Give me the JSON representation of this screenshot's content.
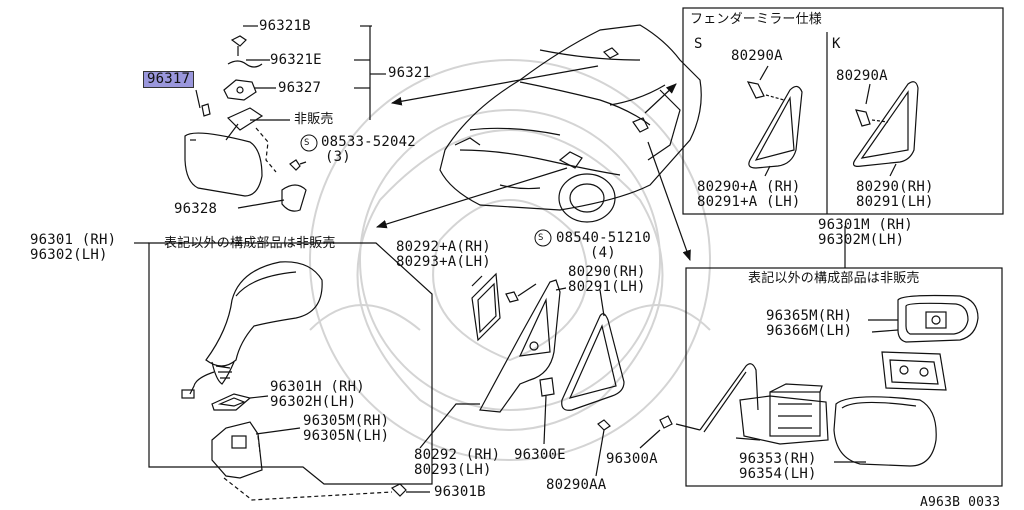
{
  "labels": {
    "p96321B": "96321B",
    "p96321E": "96321E",
    "p96321": "96321",
    "p96327": "96327",
    "p96317": "96317",
    "not_for_sale": "非販売",
    "screw_a": "08533-52042",
    "screw_a_qty": "(3)",
    "p96328": "96328",
    "fender_title": "フェンダーミラー仕様",
    "variant_s": "S",
    "variant_k": "K",
    "p80290A_s": "80290A",
    "p80290A_k": "80290A",
    "p80290A_rh": "80290+A (RH)",
    "p80291A_lh": "80291+A (LH)",
    "p80290_rh_k": "80290(RH)",
    "p80291_lh_k": "80291(LH)",
    "p96301M": "96301M (RH)",
    "p96302M": "96302M(LH)",
    "right_box_note": "表記以外の構成部品は非販売",
    "p96365M": "96365M(RH)",
    "p96366M": "96366M(LH)",
    "p96353": "96353(RH)",
    "p96354": "96354(LH)",
    "p96300A": "96300A",
    "p96301": "96301 (RH)",
    "p96302": "96302(LH)",
    "left_box_note": "表記以外の構成部品は非販売",
    "p96301H": "96301H (RH)",
    "p96302H": "96302H(LH)",
    "p96305M": "96305M(RH)",
    "p96305N": "96305N(LH)",
    "p96301B": "96301B",
    "p80292A": "80292+A(RH)",
    "p80293A": "80293+A(LH)",
    "screw_b": "08540-51210",
    "screw_b_qty": "(4)",
    "p80290_rh": "80290(RH)",
    "p80291_lh": "80291(LH)",
    "p80292_rh": "80292 (RH)",
    "p80293_lh": "80293(LH)",
    "p96300E": "96300E",
    "p80290AA": "80290AA",
    "diagram_code": "A963B 0033",
    "circled_s": "S"
  },
  "colors": {
    "highlight": "#9a97dc",
    "ink": "#111111",
    "watermark": "#c8c8c8"
  }
}
